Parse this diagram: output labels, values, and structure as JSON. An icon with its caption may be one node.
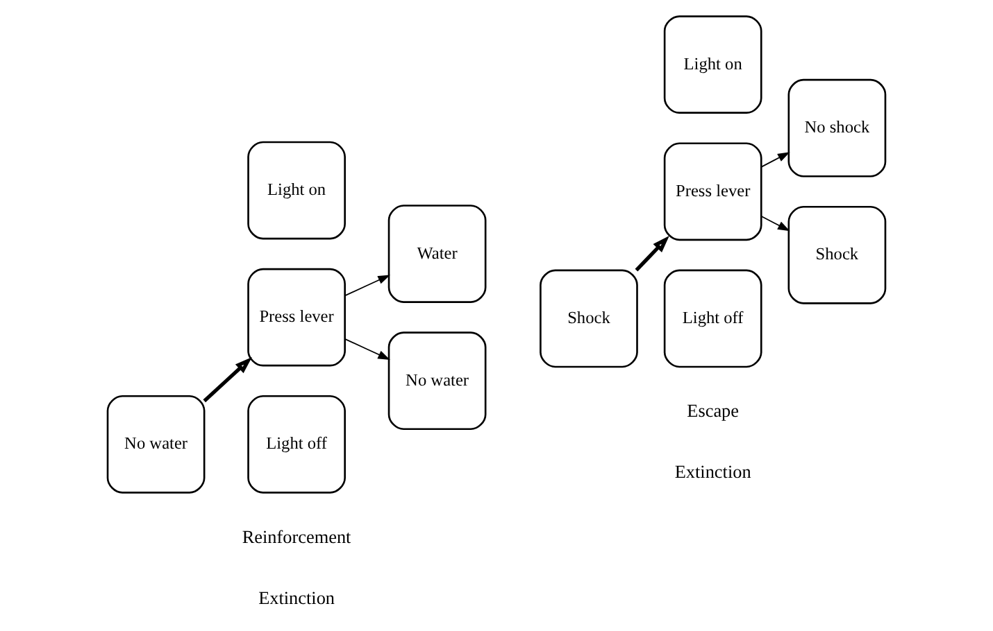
{
  "diagram": {
    "nodes": [
      {
        "text": [
          "Light on"
        ]
      },
      {
        "text": [
          "No water"
        ]
      },
      {
        "text": [
          "Press lever"
        ]
      },
      {
        "text": [
          "Water"
        ]
      },
      {
        "text": [
          "No water"
        ]
      },
      {
        "text": [
          "Light off"
        ]
      },
      {
        "text": [
          "Light on"
        ]
      },
      {
        "text": [
          "Shock"
        ]
      },
      {
        "text": [
          "Press lever"
        ]
      },
      {
        "text": [
          "No shock"
        ]
      },
      {
        "text": [
          "Shock"
        ]
      },
      {
        "text": [
          "Light off"
        ]
      }
    ],
    "edges": [
      {
        "from": 1,
        "to": 2,
        "arrow": "to",
        "style": "thick"
      },
      {
        "from": 2,
        "to": 3,
        "arrow": "to"
      },
      {
        "from": 2,
        "to": 4,
        "arrow": "to"
      },
      {
        "from": 7,
        "to": 8,
        "arrow": "to",
        "style": "thick"
      },
      {
        "from": 8,
        "to": 9,
        "arrow": "to"
      },
      {
        "from": 8,
        "to": 10,
        "arrow": "to"
      }
    ],
    "labels": [
      "Reinforcement",
      "Escape",
      "Extinction",
      "Extinction"
    ]
  }
}
